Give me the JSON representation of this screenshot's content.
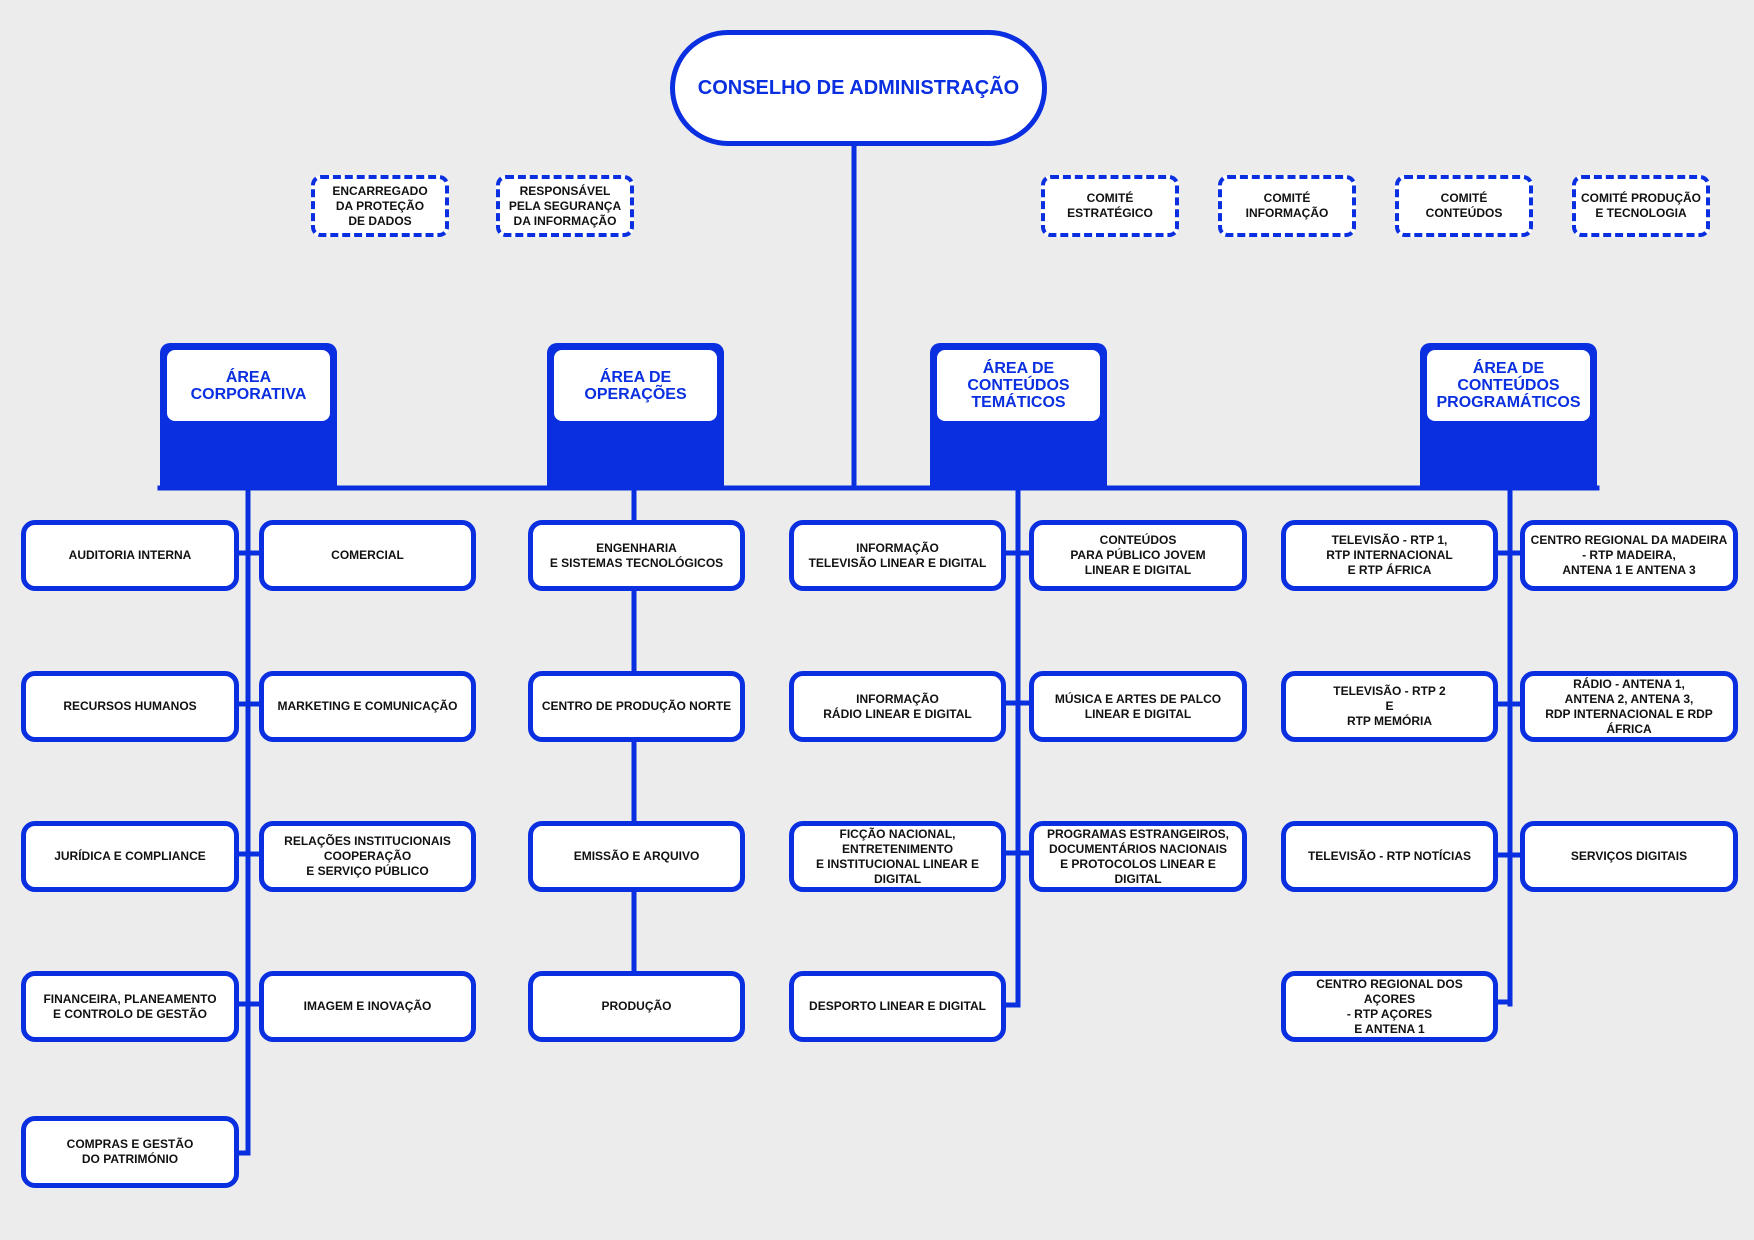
{
  "colors": {
    "accent": "#0a2fe0",
    "background": "#ececec",
    "box_fill": "#ffffff",
    "text": "#111111"
  },
  "board": {
    "label": "CONSELHO DE ADMINISTRAÇÃO"
  },
  "committees": {
    "left": [
      "ENCARREGADO\nDA PROTEÇÃO\nDE DADOS",
      "RESPONSÁVEL\nPELA SEGURANÇA\nDA INFORMAÇÃO"
    ],
    "right": [
      "COMITÉ\nESTRATÉGICO",
      "COMITÉ\nINFORMAÇÃO",
      "COMITÉ\nCONTEÚDOS",
      "COMITÉ PRODUÇÃO\nE TECNOLOGIA"
    ]
  },
  "areas": [
    {
      "label": "ÁREA\nCORPORATIVA",
      "left_units": [
        "AUDITORIA INTERNA",
        "RECURSOS HUMANOS",
        "JURÍDICA E COMPLIANCE",
        "FINANCEIRA, PLANEAMENTO\nE CONTROLO DE GESTÃO",
        "COMPRAS E GESTÃO\nDO PATRIMÓNIO"
      ],
      "right_units": [
        "COMERCIAL",
        "MARKETING E COMUNICAÇÃO",
        "RELAÇÕES INSTITUCIONAIS\nCOOPERAÇÃO\nE SERVIÇO PÚBLICO",
        "IMAGEM E INOVAÇÃO"
      ]
    },
    {
      "label": "ÁREA DE\nOPERAÇÕES",
      "units": [
        "ENGENHARIA\nE SISTEMAS TECNOLÓGICOS",
        "CENTRO DE PRODUÇÃO NORTE",
        "EMISSÃO E  ARQUIVO",
        "PRODUÇÃO"
      ]
    },
    {
      "label": "ÁREA DE\nCONTEÚDOS\nTEMÁTICOS",
      "left_units": [
        "INFORMAÇÃO\nTELEVISÃO LINEAR E DIGITAL",
        "INFORMAÇÃO\nRÁDIO LINEAR E DIGITAL",
        "FICÇÃO NACIONAL,\nENTRETENIMENTO\nE INSTITUCIONAL LINEAR E DIGITAL",
        "DESPORTO LINEAR E DIGITAL"
      ],
      "right_units": [
        "CONTEÚDOS\nPARA PÚBLICO JOVEM\nLINEAR E DIGITAL",
        "MÚSICA E ARTES DE PALCO\nLINEAR E DIGITAL",
        "PROGRAMAS ESTRANGEIROS,\nDOCUMENTÁRIOS NACIONAIS\nE PROTOCOLOS LINEAR E DIGITAL"
      ]
    },
    {
      "label": "ÁREA DE\nCONTEÚDOS\nPROGRAMÁTICOS",
      "left_units": [
        "TELEVISÃO - RTP 1,\nRTP INTERNACIONAL\nE RTP ÁFRICA",
        "TELEVISÃO - RTP 2\nE\nRTP MEMÓRIA",
        "TELEVISÃO - RTP NOTÍCIAS",
        "CENTRO REGIONAL DOS AÇORES\n- RTP AÇORES\nE ANTENA 1"
      ],
      "right_units": [
        "CENTRO REGIONAL DA MADEIRA\n- RTP MADEIRA,\nANTENA 1 E ANTENA 3",
        "RÁDIO - ANTENA 1,\nANTENA 2, ANTENA 3,\nRDP INTERNACIONAL E RDP ÁFRICA",
        "SERVIÇOS DIGITAIS"
      ]
    }
  ]
}
